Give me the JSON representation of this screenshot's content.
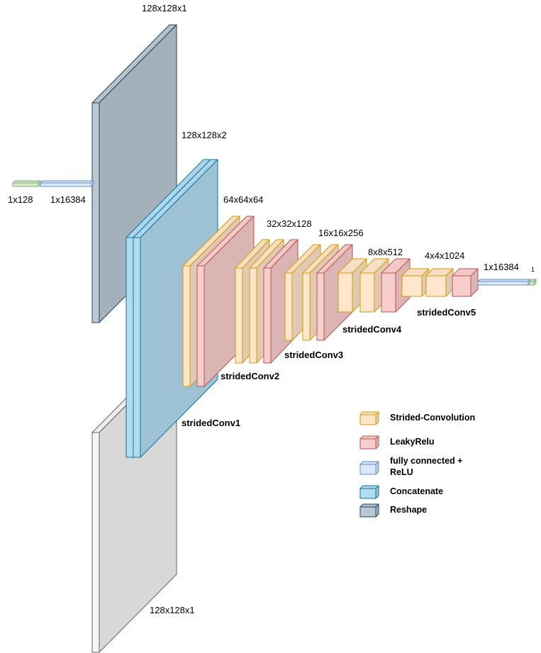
{
  "colors": {
    "strided_conv": "#ffe6cc",
    "leaky_relu": "#f8cecc",
    "fc_relu": "#dae8fc",
    "concatenate": "#b1ddf0",
    "reshape": "#bac8d3",
    "white_input": "#f5f5f5",
    "latent": "#d5e8d4"
  },
  "dims": {
    "top_reshape": "128x128x1",
    "concat": "128x128x2",
    "conv1": "64x64x64",
    "conv2": "32x32x128",
    "conv3": "16x16x256",
    "conv4": "8x8x512",
    "conv5": "4x4x1024",
    "latent": "1x128",
    "fc": "1x16384",
    "bottom_input": "128x128x1",
    "out_fc": "1x16384",
    "out": "1"
  },
  "blocks": {
    "b1": "stridedConv1",
    "b2": "stridedConv2",
    "b3": "stridedConv3",
    "b4": "stridedConv4",
    "b5": "stridedConv5"
  },
  "legend": [
    {
      "label": "Strided-Convolution",
      "icon": "strided-convolution"
    },
    {
      "label": "LeakyRelu",
      "icon": "leaky-relu"
    },
    {
      "label_line1": "fully connected +",
      "label_line2": "ReLU",
      "icon": "fully-connected-relu"
    },
    {
      "label": "Concatenate",
      "icon": "concatenate"
    },
    {
      "label": "Reshape",
      "icon": "reshape"
    }
  ]
}
